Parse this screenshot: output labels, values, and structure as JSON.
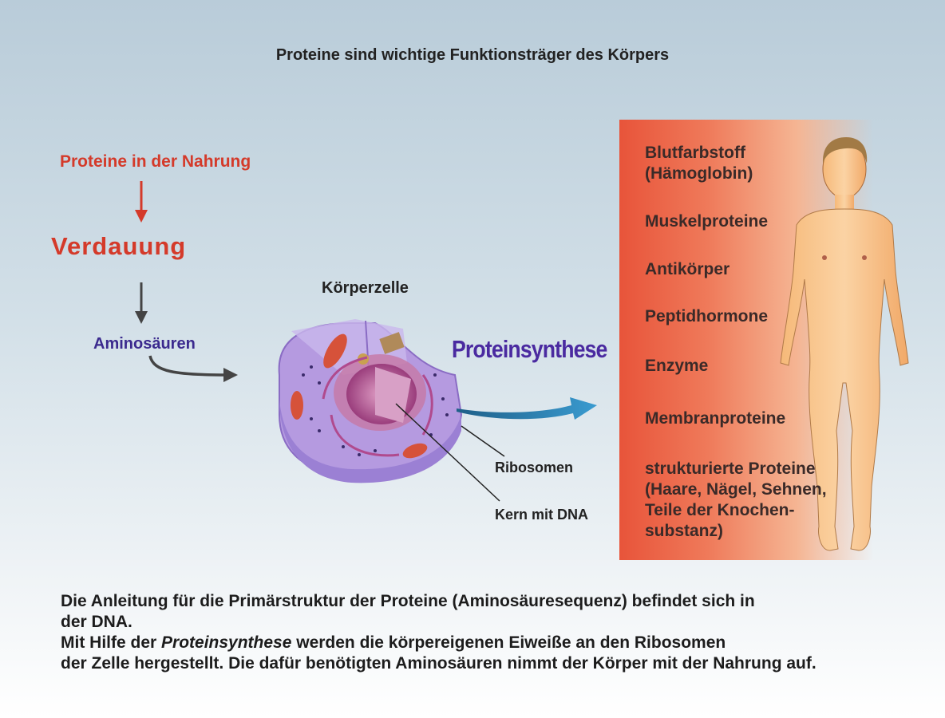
{
  "title": "Proteine sind wichtige Funktionsträger des Körpers",
  "flow": {
    "nahrung": "Proteine in der Nahrung",
    "verdauung": "Verdauung",
    "aminosaeuren": "Aminosäuren"
  },
  "cell": {
    "label": "Körperzelle",
    "synthesis": "Proteinsynthese",
    "ribosomen": "Ribosomen",
    "kern": "Kern mit DNA"
  },
  "proteins": [
    "Blutfarbstoff\n(Hämoglobin)",
    "Muskelproteine",
    "Antikörper",
    "Peptidhormone",
    "Enzyme",
    "Membranproteine",
    "strukturierte Proteine\n(Haare, Nägel, Sehnen,\nTeile der Knochen-\nsubstanz)"
  ],
  "footer": {
    "line1": "Die Anleitung für die Primärstruktur der Proteine (Aminosäuresequenz) befindet sich in",
    "line2": "der DNA.",
    "line3_pre": "Mit Hilfe der ",
    "line3_em": "Proteinsynthese",
    "line3_post": " werden die körpereigenen Eiweiße an den Ribosomen",
    "line4": "der Zelle hergestellt. Die dafür benötigten Aminosäuren nimmt der Körper mit der Nahrung auf."
  },
  "colors": {
    "red_text": "#d43a2a",
    "purple_text": "#3b2a8e",
    "panel_red": "#e8543a"
  }
}
